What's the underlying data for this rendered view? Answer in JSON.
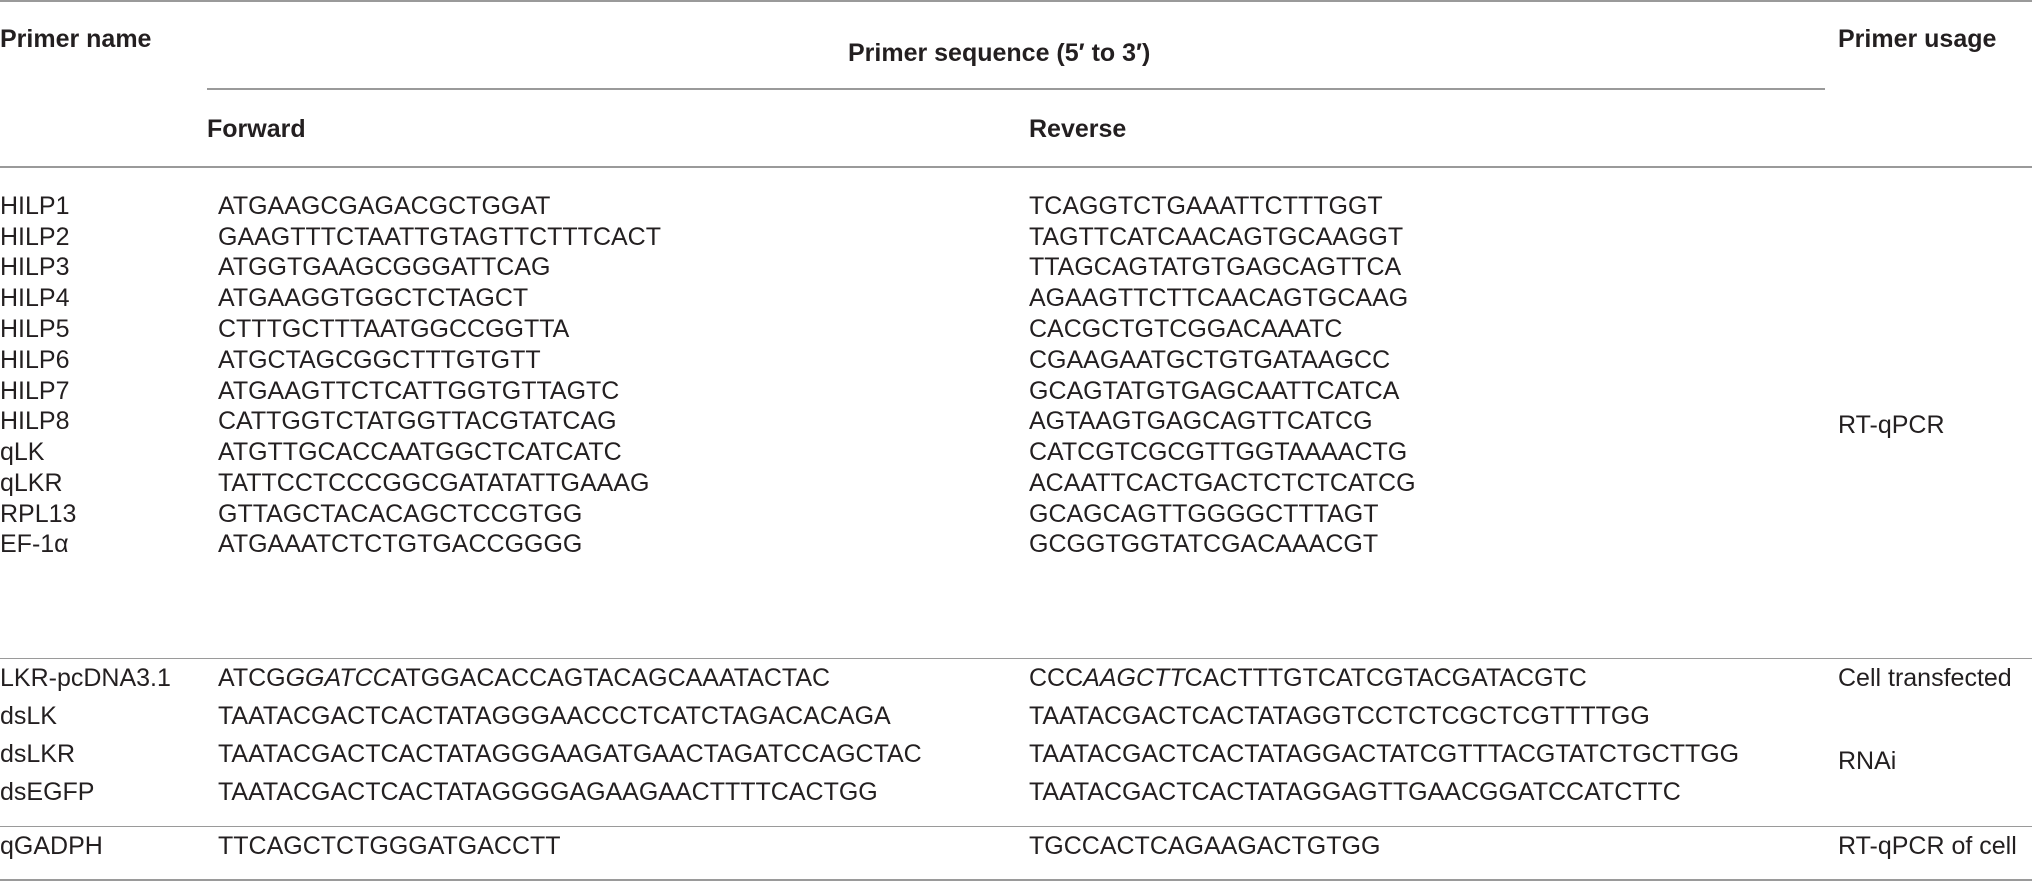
{
  "header": {
    "primer_name": "Primer name",
    "primer_sequence": "Primer sequence (5′ to 3′)",
    "primer_usage": "Primer usage",
    "forward": "Forward",
    "reverse": "Reverse"
  },
  "rows": [
    {
      "name": "HILP1",
      "forward": "ATGAAGCGAGACGCTGGAT",
      "reverse": "TCAGGTCTGAAATTCTTTGGT"
    },
    {
      "name": "HILP2",
      "forward": "GAAGTTTCTAATTGTAGTTCTTTCACT",
      "reverse": "TAGTTCATCAACAGTGCAAGGT"
    },
    {
      "name": "HILP3",
      "forward": "ATGGTGAAGCGGGATTCAG",
      "reverse": "TTAGCAGTATGTGAGCAGTTCA"
    },
    {
      "name": "HILP4",
      "forward": "ATGAAGGTGGCTCTAGCT",
      "reverse": "AGAAGTTCTTCAACAGTGCAAG"
    },
    {
      "name": "HILP5",
      "forward": "CTTTGCTTTAATGGCCGGTTA",
      "reverse": "CACGCTGTCGGACAAATC"
    },
    {
      "name": "HILP6",
      "forward": "ATGCTAGCGGCTTTGTGTT",
      "reverse": "CGAAGAATGCTGTGATAAGCC"
    },
    {
      "name": "HILP7",
      "forward": "ATGAAGTTCTCATTGGTGTTAGTC",
      "reverse": "GCAGTATGTGAGCAATTCATCA"
    },
    {
      "name": "HILP8",
      "forward": "CATTGGTCTATGGTTACGTATCAG",
      "reverse": "AGTAAGTGAGCAGTTCATCG"
    },
    {
      "name": "qLK",
      "forward": "ATGTTGCACCAATGGCTCATCATC",
      "reverse": "CATCGTCGCGTTGGTAAAACTG"
    },
    {
      "name": "qLKR",
      "forward": "TATTCCTCCCGGCGATATATTGAAAG",
      "reverse": "ACAATTCACTGACTCTCTCATCG"
    },
    {
      "name": "RPL13",
      "forward": "GTTAGCTACACAGCTCCGTGG",
      "reverse": "GCAGCAGTTGGGGCTTTAGT"
    },
    {
      "name": "EF-1α",
      "forward": "ATGAAATCTCTGTGACCGGGG",
      "reverse": "GCGGTGGTATCGACAAACGT"
    },
    {
      "name": "LKR-pcDNA3.1",
      "forward_pre": "ATCG",
      "forward_site": "GGATCC",
      "forward_post": "ATGGACACCAGTACAGCAAATACTAC",
      "reverse_pre": "CCC",
      "reverse_site": "AAGCTT",
      "reverse_post": "CACTTTGTCATCGTACGATACGTC"
    },
    {
      "name": "dsLK",
      "forward": "TAATACGACTCACTATAGGGAACCCTCATCTAGACACAGA",
      "reverse": "TAATACGACTCACTATAGGTCCTCTCGCTCGTTTTGG"
    },
    {
      "name": "dsLKR",
      "forward": "TAATACGACTCACTATAGGGAAGATGAACTAGATCCAGCTAC",
      "reverse": "TAATACGACTCACTATAGGACTATCGTTTACGTATCTGCTTGG"
    },
    {
      "name": "dsEGFP",
      "forward": "TAATACGACTCACTATAGGGGAGAAGAACTTTTCACTGG",
      "reverse": "TAATACGACTCACTATAGGAGTTGAACGGATCCATCTTC"
    },
    {
      "name": "qGADPH",
      "forward": "TTCAGCTCTGGGATGACCTT",
      "reverse": "TGCCACTCAGAAGACTGTGG"
    }
  ],
  "usages": {
    "rt_qpcr": "RT-qPCR",
    "cell_transfected": "Cell transfected",
    "rnai": "RNAi",
    "rt_qpcr_cell": "RT-qPCR of cell"
  }
}
